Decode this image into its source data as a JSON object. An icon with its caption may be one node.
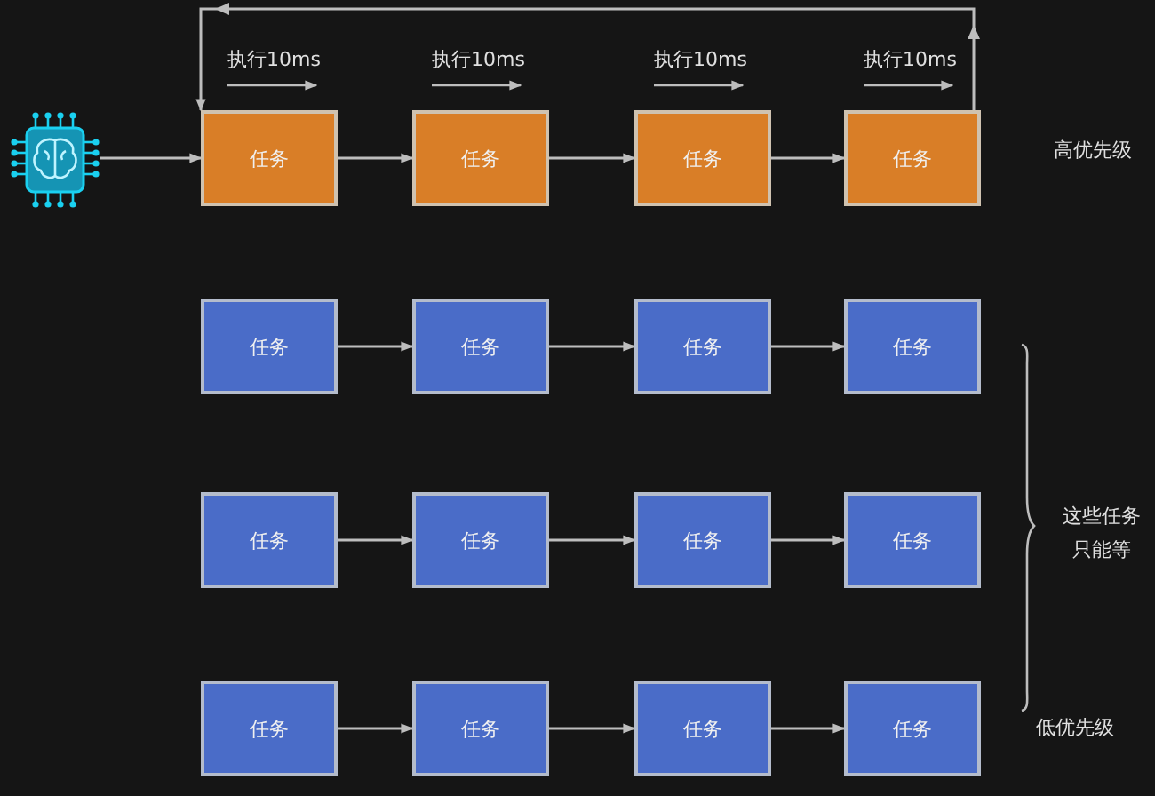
{
  "diagram": {
    "nodes": [
      {
        "text": [],
        "shape": "picture"
      },
      {
        "text": [
          "任务"
        ]
      },
      {
        "text": [
          "任务"
        ]
      },
      {
        "text": [
          "任务"
        ]
      },
      {
        "text": [
          "任务"
        ]
      },
      {
        "text": [
          "任务"
        ]
      },
      {
        "text": [
          "任务"
        ]
      },
      {
        "text": [
          "任务"
        ]
      },
      {
        "text": [
          "任务"
        ]
      },
      {
        "text": [
          "任务"
        ]
      },
      {
        "text": [
          "任务"
        ]
      },
      {
        "text": [
          "任务"
        ]
      },
      {
        "text": [
          "任务"
        ]
      },
      {
        "text": [
          "任务"
        ]
      },
      {
        "text": [
          "任务"
        ]
      },
      {
        "text": [
          "任务"
        ]
      },
      {
        "text": [
          "任务"
        ]
      }
    ],
    "edges": [
      {
        "from": 0,
        "to": 1,
        "arrow": "to"
      },
      {
        "from": 1,
        "to": 2,
        "arrow": "to"
      },
      {
        "from": 2,
        "to": 3,
        "arrow": "to"
      },
      {
        "from": 3,
        "to": 4,
        "arrow": "to"
      },
      {
        "from": 4,
        "to": 1,
        "arrow": "to"
      },
      {
        "from": 5,
        "to": 6,
        "arrow": "to"
      },
      {
        "from": 6,
        "to": 7,
        "arrow": "to"
      },
      {
        "from": 7,
        "to": 8,
        "arrow": "to"
      },
      {
        "from": 9,
        "to": 10,
        "arrow": "to"
      },
      {
        "from": 10,
        "to": 11,
        "arrow": "to"
      },
      {
        "from": 11,
        "to": 12,
        "arrow": "to"
      },
      {
        "from": 13,
        "to": 14,
        "arrow": "to"
      },
      {
        "from": 14,
        "to": 15,
        "arrow": "to"
      },
      {
        "from": 15,
        "to": 16,
        "arrow": "to"
      }
    ],
    "labels": [
      "执行10ms",
      "执行10ms",
      "执行10ms",
      "执行10ms",
      "高优先级",
      "这些任务只能等",
      "低优先级"
    ]
  }
}
